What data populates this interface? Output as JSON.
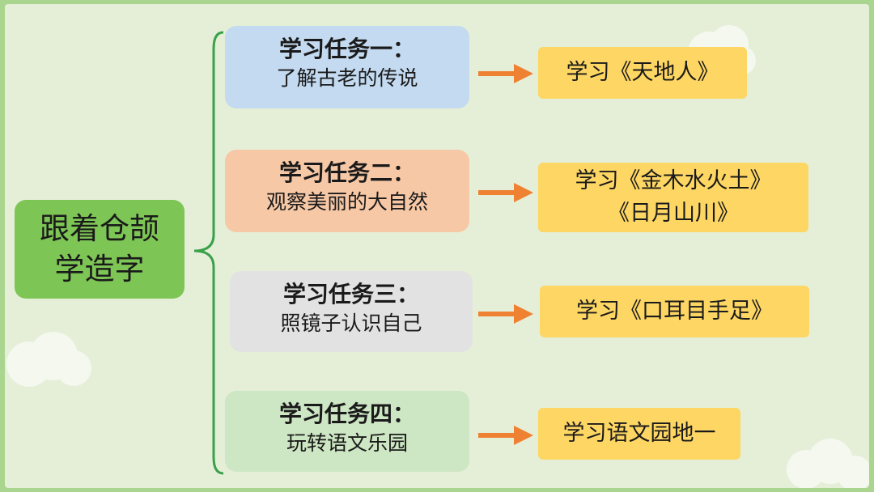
{
  "root": {
    "line1": "跟着仓颉",
    "line2": "学造字"
  },
  "tasks": [
    {
      "title": "学习任务一：",
      "subtitle": "了解古老的传说",
      "color": "#c3daf0",
      "result": [
        "学习《天地人》"
      ]
    },
    {
      "title": "学习任务二：",
      "subtitle": "观察美丽的大自然",
      "color": "#f7c8a6",
      "result": [
        "学习《金木水火土》",
        "《日月山川》"
      ]
    },
    {
      "title": "学习任务三：",
      "subtitle": "照镜子认识自己",
      "color": "#e2e2e2",
      "result": [
        "学习《口耳目手足》"
      ]
    },
    {
      "title": "学习任务四：",
      "subtitle": "玩转语文乐园",
      "color": "#cde6c3",
      "result": [
        "学习语文园地一"
      ]
    }
  ],
  "colors": {
    "root": "#7dc555",
    "result": "#fdd663",
    "arrow": "#ef8132",
    "bracket": "#3aa04a"
  }
}
